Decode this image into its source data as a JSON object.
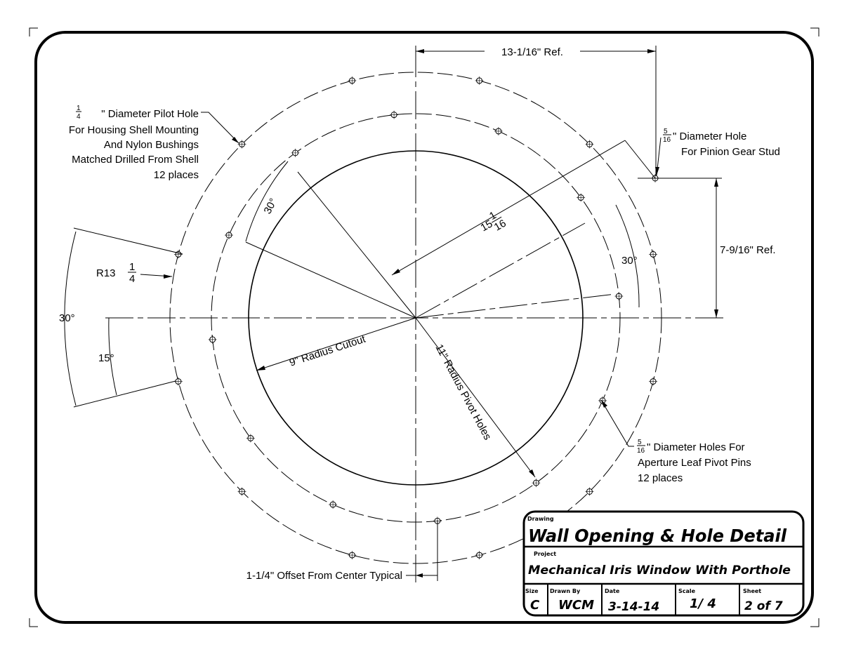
{
  "dimensions": {
    "top_ref": "13-1/16\" Ref.",
    "right_ref": "7-9/16\" Ref.",
    "pinion_radius": {
      "whole": "15",
      "num": "1",
      "den": "16"
    },
    "angle_right": "30°",
    "angle_upper_left": "30°",
    "angle_left": "30°",
    "angle_left_half": "15°",
    "outer_radius": {
      "prefix": "R13",
      "num": "1",
      "den": "4"
    },
    "cutout": "9\" Radius Cutout",
    "pivot": "11\" Radius Pivot Holes",
    "offset": "1-1/4\" Offset From Center Typical"
  },
  "notes": {
    "pilot": {
      "num": "1",
      "den": "4",
      "lines": [
        "\" Diameter Pilot Hole",
        "For Housing Shell Mounting",
        "And Nylon Bushings",
        "Matched Drilled From Shell",
        "12 places"
      ]
    },
    "pinion": {
      "num": "5",
      "den": "16",
      "lines": [
        "\" Diameter Hole",
        "For Pinion Gear Stud"
      ]
    },
    "leaf": {
      "num": "5",
      "den": "16",
      "lines": [
        "\" Diameter Holes For",
        "Aperture Leaf Pivot Pins",
        "12 places"
      ]
    }
  },
  "title_block": {
    "drawing_label": "Drawing",
    "drawing": "Wall Opening & Hole Detail",
    "project_label": "Project",
    "project": "Mechanical Iris Window With Porthole",
    "size_label": "Size",
    "size": "C",
    "drawn_label": "Drawn By",
    "drawn": "WCM",
    "date_label": "Date",
    "date": "3-14-14",
    "scale_label": "Scale",
    "scale": "1/ 4",
    "sheet_label": "Sheet",
    "sheet": "2 of 7"
  }
}
